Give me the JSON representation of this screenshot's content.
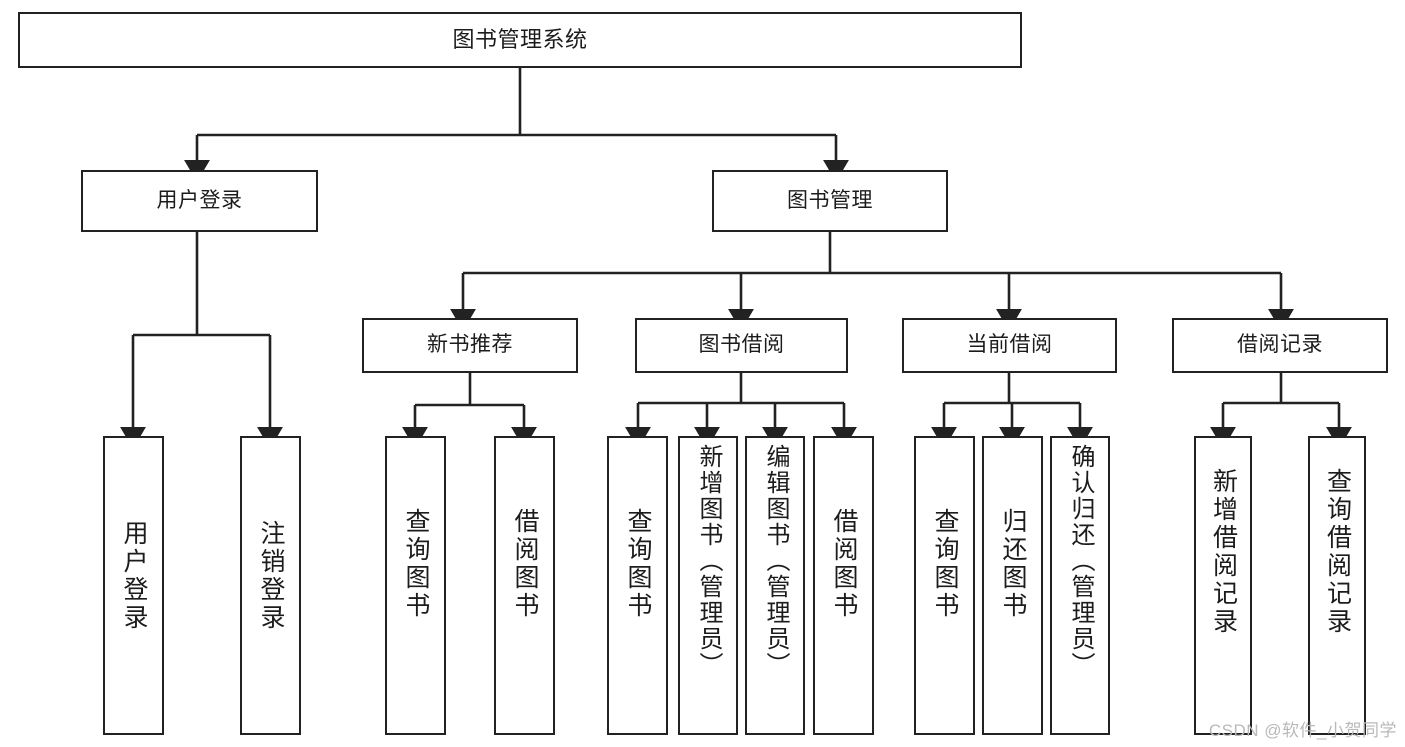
{
  "diagram": {
    "type": "tree",
    "title": "图书管理系统",
    "root": {
      "id": "root",
      "label": "图书管理系统"
    },
    "level2": [
      {
        "id": "user-login",
        "label": "用户登录"
      },
      {
        "id": "book-management",
        "label": "图书管理"
      }
    ],
    "level3": [
      {
        "id": "new-book-recommend",
        "label": "新书推荐",
        "parent": "book-management"
      },
      {
        "id": "book-borrow",
        "label": "图书借阅",
        "parent": "book-management"
      },
      {
        "id": "current-borrow",
        "label": "当前借阅",
        "parent": "book-management"
      },
      {
        "id": "borrow-record",
        "label": "借阅记录",
        "parent": "book-management"
      }
    ],
    "leaves": {
      "user_login": [
        {
          "id": "leaf-user-login",
          "label": "用户登录"
        },
        {
          "id": "leaf-logout",
          "label": "注销登录"
        }
      ],
      "new_book_recommend": [
        {
          "id": "leaf-query-book-1",
          "label": "查询图书"
        },
        {
          "id": "leaf-borrow-book-1",
          "label": "借阅图书"
        }
      ],
      "book_borrow": [
        {
          "id": "leaf-query-book-2",
          "label": "查询图书"
        },
        {
          "id": "leaf-add-book",
          "label": "新增图书（管理员）"
        },
        {
          "id": "leaf-edit-book",
          "label": "编辑图书（管理员）"
        },
        {
          "id": "leaf-borrow-book-2",
          "label": "借阅图书"
        }
      ],
      "current_borrow": [
        {
          "id": "leaf-query-book-3",
          "label": "查询图书"
        },
        {
          "id": "leaf-return-book",
          "label": "归还图书"
        },
        {
          "id": "leaf-confirm-return",
          "label": "确认归还（管理员）"
        }
      ],
      "borrow_record": [
        {
          "id": "leaf-add-record",
          "label": "新增借阅记录"
        },
        {
          "id": "leaf-query-record",
          "label": "查询借阅记录"
        }
      ]
    },
    "colors": {
      "stroke": "#222222",
      "box_fill": "#ffffff",
      "text": "#1c1c1c",
      "watermark": "#b9b9b9",
      "background": "#ffffff"
    }
  },
  "watermark": {
    "text": "CSDN @软件_小贺同学"
  }
}
